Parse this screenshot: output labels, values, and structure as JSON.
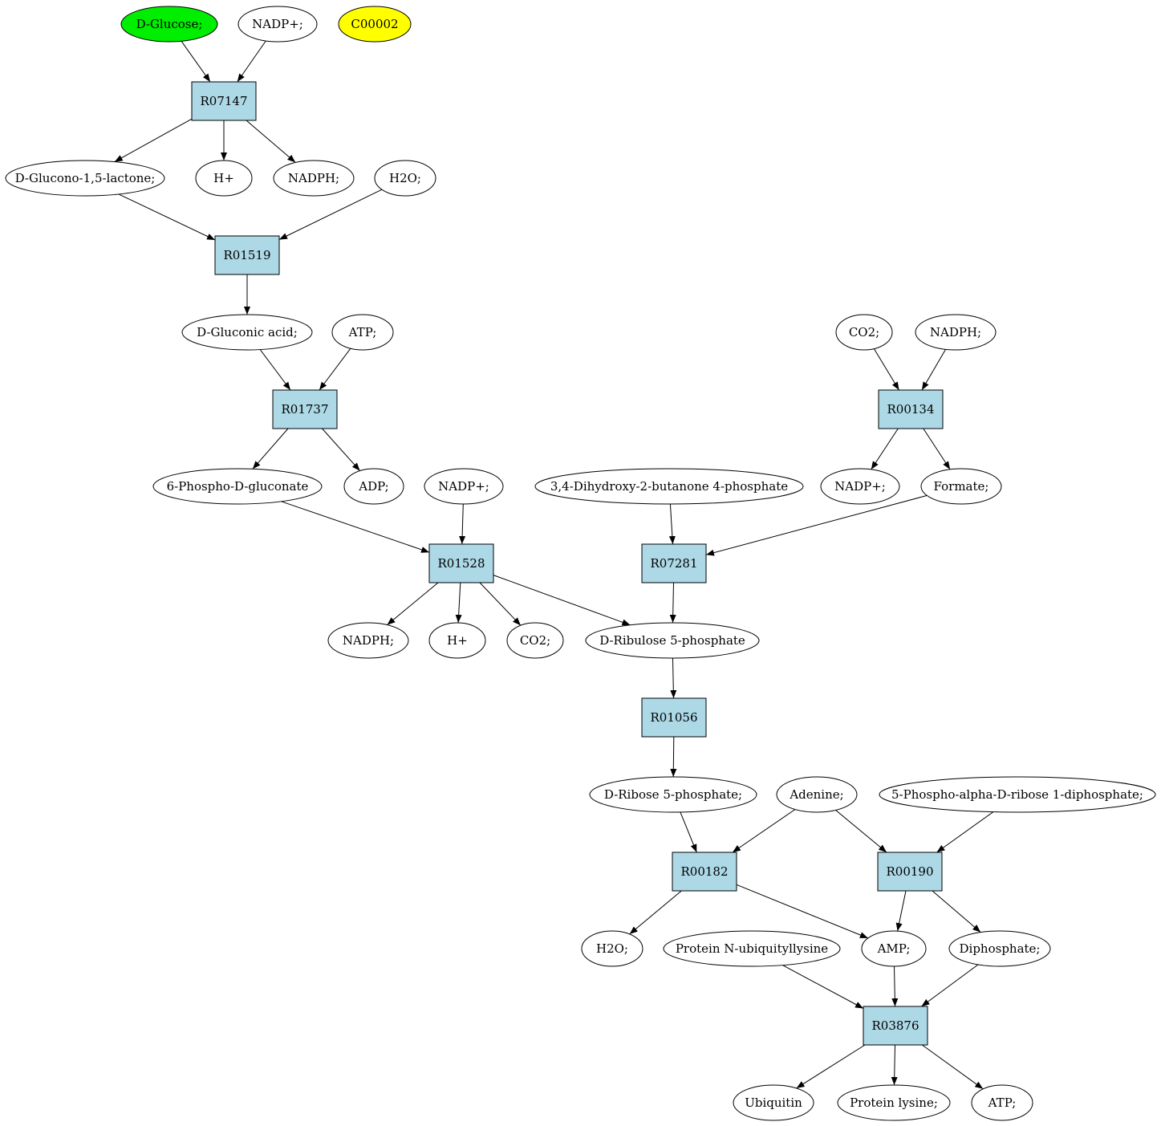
{
  "colors": {
    "reaction_fill": "#add8e6",
    "compound_fill": "#ffffff",
    "start_fill": "#00ee00",
    "highlight_fill": "#ffff00",
    "stroke": "#000000"
  },
  "nodes": [
    {
      "id": "glucose",
      "label": "D-Glucose;",
      "kind": "compound",
      "fill": "start_fill"
    },
    {
      "id": "nadp1",
      "label": "NADP+;",
      "kind": "compound"
    },
    {
      "id": "c00002",
      "label": "C00002",
      "kind": "compound",
      "fill": "highlight_fill"
    },
    {
      "id": "r07147",
      "label": "R07147",
      "kind": "reaction"
    },
    {
      "id": "glucono",
      "label": "D-Glucono-1,5-lactone;",
      "kind": "compound"
    },
    {
      "id": "hplus1",
      "label": "H+",
      "kind": "compound"
    },
    {
      "id": "nadph1",
      "label": "NADPH;",
      "kind": "compound"
    },
    {
      "id": "h2o1",
      "label": "H2O;",
      "kind": "compound"
    },
    {
      "id": "r01519",
      "label": "R01519",
      "kind": "reaction"
    },
    {
      "id": "gluconic",
      "label": "D-Gluconic acid;",
      "kind": "compound"
    },
    {
      "id": "atp1",
      "label": "ATP;",
      "kind": "compound"
    },
    {
      "id": "r01737",
      "label": "R01737",
      "kind": "reaction"
    },
    {
      "id": "co2a",
      "label": "CO2;",
      "kind": "compound"
    },
    {
      "id": "nadph2",
      "label": "NADPH;",
      "kind": "compound"
    },
    {
      "id": "r00134",
      "label": "R00134",
      "kind": "reaction"
    },
    {
      "id": "phosphogluc",
      "label": "6-Phospho-D-gluconate",
      "kind": "compound"
    },
    {
      "id": "adp",
      "label": "ADP;",
      "kind": "compound"
    },
    {
      "id": "nadp2",
      "label": "NADP+;",
      "kind": "compound"
    },
    {
      "id": "dihydroxy",
      "label": "3,4-Dihydroxy-2-butanone 4-phosphate",
      "kind": "compound"
    },
    {
      "id": "nadp3",
      "label": "NADP+;",
      "kind": "compound"
    },
    {
      "id": "formate",
      "label": "Formate;",
      "kind": "compound"
    },
    {
      "id": "r01528",
      "label": "R01528",
      "kind": "reaction"
    },
    {
      "id": "r07281",
      "label": "R07281",
      "kind": "reaction"
    },
    {
      "id": "nadph3",
      "label": "NADPH;",
      "kind": "compound"
    },
    {
      "id": "hplus2",
      "label": "H+",
      "kind": "compound"
    },
    {
      "id": "co2b",
      "label": "CO2;",
      "kind": "compound"
    },
    {
      "id": "ribulose",
      "label": "D-Ribulose 5-phosphate",
      "kind": "compound"
    },
    {
      "id": "r01056",
      "label": "R01056",
      "kind": "reaction"
    },
    {
      "id": "ribose",
      "label": "D-Ribose 5-phosphate;",
      "kind": "compound"
    },
    {
      "id": "adenine",
      "label": "Adenine;",
      "kind": "compound"
    },
    {
      "id": "prpp",
      "label": "5-Phospho-alpha-D-ribose 1-diphosphate;",
      "kind": "compound"
    },
    {
      "id": "r00182",
      "label": "R00182",
      "kind": "reaction"
    },
    {
      "id": "r00190",
      "label": "R00190",
      "kind": "reaction"
    },
    {
      "id": "h2o2",
      "label": "H2O;",
      "kind": "compound"
    },
    {
      "id": "protub",
      "label": "Protein N-ubiquityllysine",
      "kind": "compound"
    },
    {
      "id": "amp",
      "label": "AMP;",
      "kind": "compound"
    },
    {
      "id": "diphosphate",
      "label": "Diphosphate;",
      "kind": "compound"
    },
    {
      "id": "r03876",
      "label": "R03876",
      "kind": "reaction"
    },
    {
      "id": "ubiquitin",
      "label": "Ubiquitin",
      "kind": "compound"
    },
    {
      "id": "protlys",
      "label": "Protein lysine;",
      "kind": "compound"
    },
    {
      "id": "atp2",
      "label": "ATP;",
      "kind": "compound"
    }
  ],
  "edges": [
    [
      "glucose",
      "r07147"
    ],
    [
      "nadp1",
      "r07147"
    ],
    [
      "r07147",
      "glucono"
    ],
    [
      "r07147",
      "hplus1"
    ],
    [
      "r07147",
      "nadph1"
    ],
    [
      "glucono",
      "r01519"
    ],
    [
      "h2o1",
      "r01519"
    ],
    [
      "r01519",
      "gluconic"
    ],
    [
      "gluconic",
      "r01737"
    ],
    [
      "atp1",
      "r01737"
    ],
    [
      "r01737",
      "phosphogluc"
    ],
    [
      "r01737",
      "adp"
    ],
    [
      "co2a",
      "r00134"
    ],
    [
      "nadph2",
      "r00134"
    ],
    [
      "r00134",
      "nadp3"
    ],
    [
      "r00134",
      "formate"
    ],
    [
      "phosphogluc",
      "r01528"
    ],
    [
      "nadp2",
      "r01528"
    ],
    [
      "dihydroxy",
      "r07281"
    ],
    [
      "formate",
      "r07281"
    ],
    [
      "r01528",
      "nadph3"
    ],
    [
      "r01528",
      "hplus2"
    ],
    [
      "r01528",
      "co2b"
    ],
    [
      "r01528",
      "ribulose"
    ],
    [
      "r07281",
      "ribulose"
    ],
    [
      "ribulose",
      "r01056"
    ],
    [
      "r01056",
      "ribose"
    ],
    [
      "ribose",
      "r00182"
    ],
    [
      "adenine",
      "r00182"
    ],
    [
      "adenine",
      "r00190"
    ],
    [
      "prpp",
      "r00190"
    ],
    [
      "r00182",
      "h2o2"
    ],
    [
      "r00182",
      "amp"
    ],
    [
      "r00190",
      "amp"
    ],
    [
      "r00190",
      "diphosphate"
    ],
    [
      "protub",
      "r03876"
    ],
    [
      "amp",
      "r03876"
    ],
    [
      "diphosphate",
      "r03876"
    ],
    [
      "r03876",
      "ubiquitin"
    ],
    [
      "r03876",
      "protlys"
    ],
    [
      "r03876",
      "atp2"
    ]
  ]
}
